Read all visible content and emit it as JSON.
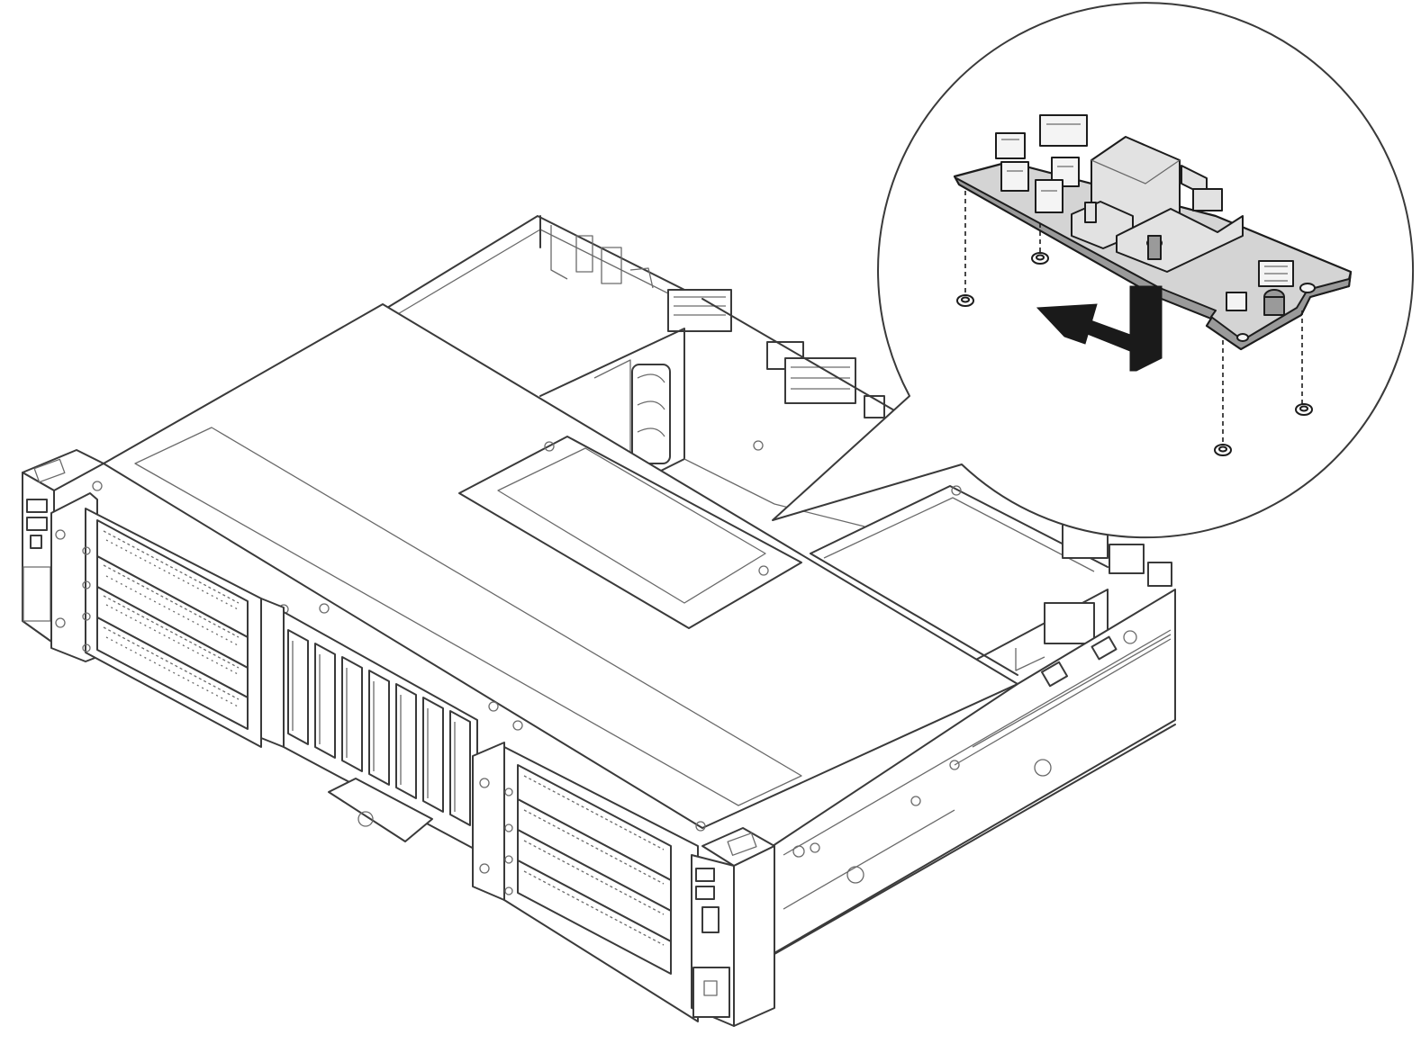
{
  "figure": {
    "parts": {
      "server_chassis": "server-chassis",
      "drive_bays": "front-drive-bays",
      "detail_callout": "detail-callout",
      "board": "board",
      "screws": "mounting-screws",
      "install_arrow": "install-arrow"
    },
    "icons": {
      "arrow": "bent-arrow-icon",
      "screw": "screw-icon"
    },
    "colors": {
      "line": "#3a3a3a",
      "board_fill": "#d4d4d4",
      "arrow_fill": "#1a1a1a"
    }
  }
}
